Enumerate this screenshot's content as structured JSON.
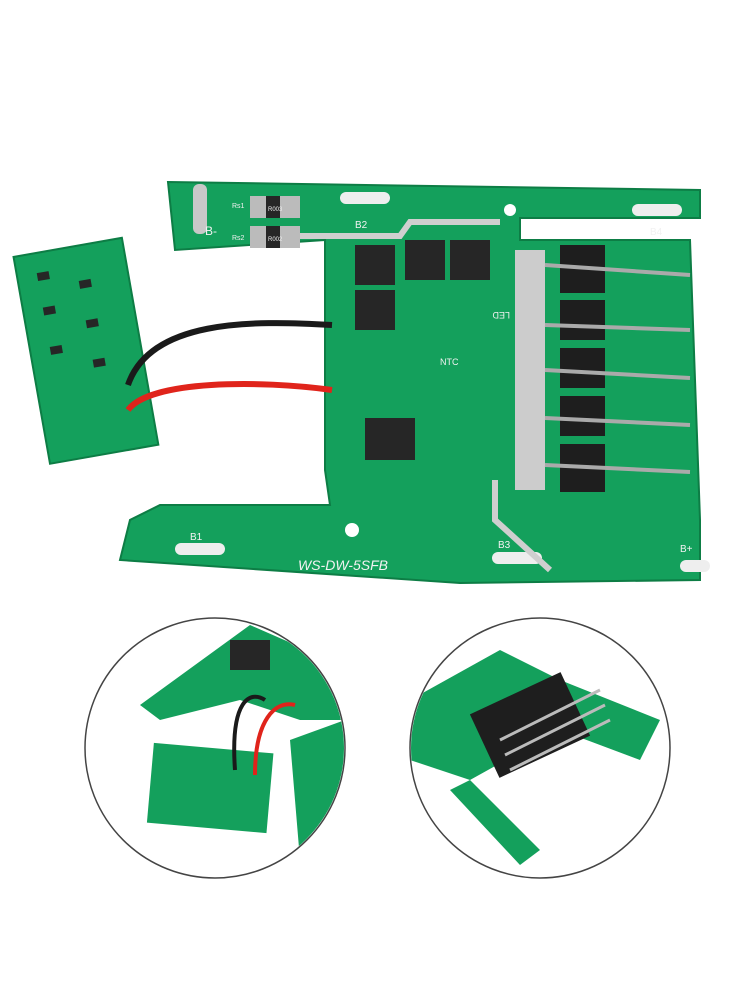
{
  "board": {
    "model": "WS-DW-5SFB",
    "pads": {
      "b_minus": "B-",
      "b1": "B1",
      "b2": "B2",
      "b3": "B3",
      "b4": "B4",
      "b_plus": "B+"
    },
    "labels": {
      "led": "LED",
      "ntc": "NTC",
      "rs1": "Rs1",
      "rs2": "Rs2"
    },
    "resistors": [
      "R003",
      "R002"
    ]
  },
  "colors": {
    "pcb": "#14a05c",
    "pcb_dark": "#0d7d45",
    "wire_black": "#1a1a1a",
    "wire_red": "#e0241b",
    "chip": "#262626",
    "metal": "#c8c8c8"
  }
}
